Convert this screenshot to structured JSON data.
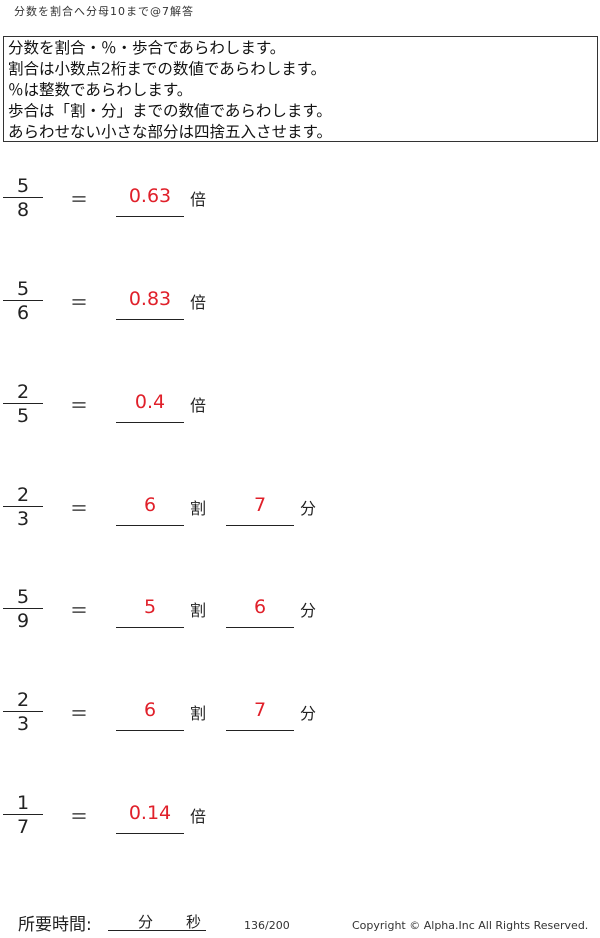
{
  "title": "分数を割合へ分母10まで@7解答",
  "instructions": [
    "分数を割合・％・歩合であらわします。",
    "割合は小数点2桁までの数値であらわします。",
    "％は整数であらわします。",
    "歩合は「割・分」までの数値であらわします。",
    "あらわせない小さな部分は四捨五入させます。"
  ],
  "equals": "＝",
  "problems": [
    {
      "numerator": "5",
      "denominator": "8",
      "answer": "0.63",
      "unit": "倍"
    },
    {
      "numerator": "5",
      "denominator": "6",
      "answer": "0.83",
      "unit": "倍"
    },
    {
      "numerator": "2",
      "denominator": "5",
      "answer": "0.4",
      "unit": "倍"
    },
    {
      "numerator": "2",
      "denominator": "3",
      "answer_wari": "6",
      "unit_wari": "割",
      "answer_bu": "7",
      "unit_bu": "分"
    },
    {
      "numerator": "5",
      "denominator": "9",
      "answer_wari": "5",
      "unit_wari": "割",
      "answer_bu": "6",
      "unit_bu": "分"
    },
    {
      "numerator": "2",
      "denominator": "3",
      "answer_wari": "6",
      "unit_wari": "割",
      "answer_bu": "7",
      "unit_bu": "分"
    },
    {
      "numerator": "1",
      "denominator": "7",
      "answer": "0.14",
      "unit": "倍"
    }
  ],
  "footer": {
    "time_label": "所要時間:",
    "minutes_unit": "分",
    "seconds_unit": "秒",
    "page": "136/200",
    "copyright": "Copyright ©  Alpha.Inc All Rights Reserved."
  },
  "colors": {
    "answer": "#e0202a",
    "text": "#222222"
  }
}
